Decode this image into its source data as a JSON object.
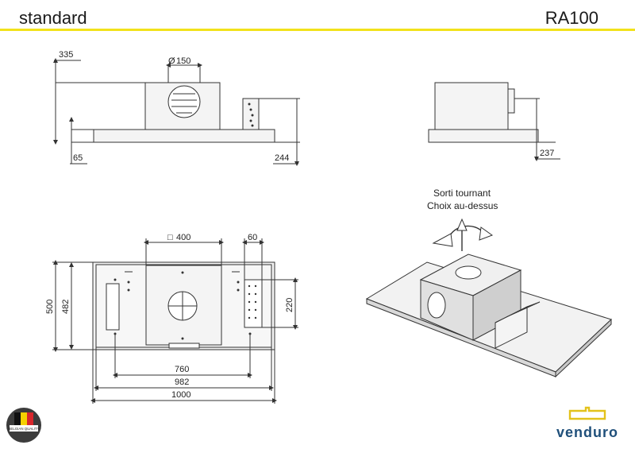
{
  "header": {
    "title": "standard",
    "model": "RA100",
    "accent_color": "#f2e21b"
  },
  "dimensions": {
    "side_height": "335",
    "duct_diameter": "150",
    "diameter_symbol": "Ø",
    "panel_thickness": "65",
    "side_depth": "244",
    "front_depth": "237",
    "motor_box": "400",
    "square_symbol": "□",
    "control_width": "60",
    "depth_total": "500",
    "depth_inner": "482",
    "control_height": "220",
    "mount_spacing": "760",
    "inner_width": "982",
    "total_width": "1000"
  },
  "annotation": {
    "line1": "Sorti tournant",
    "line2": "Choix au-dessus"
  },
  "brand": {
    "name": "venduro",
    "color": "#1f4f7a",
    "accent": "#e3c21b",
    "badge_text": "BELGIAN QUALITY"
  }
}
